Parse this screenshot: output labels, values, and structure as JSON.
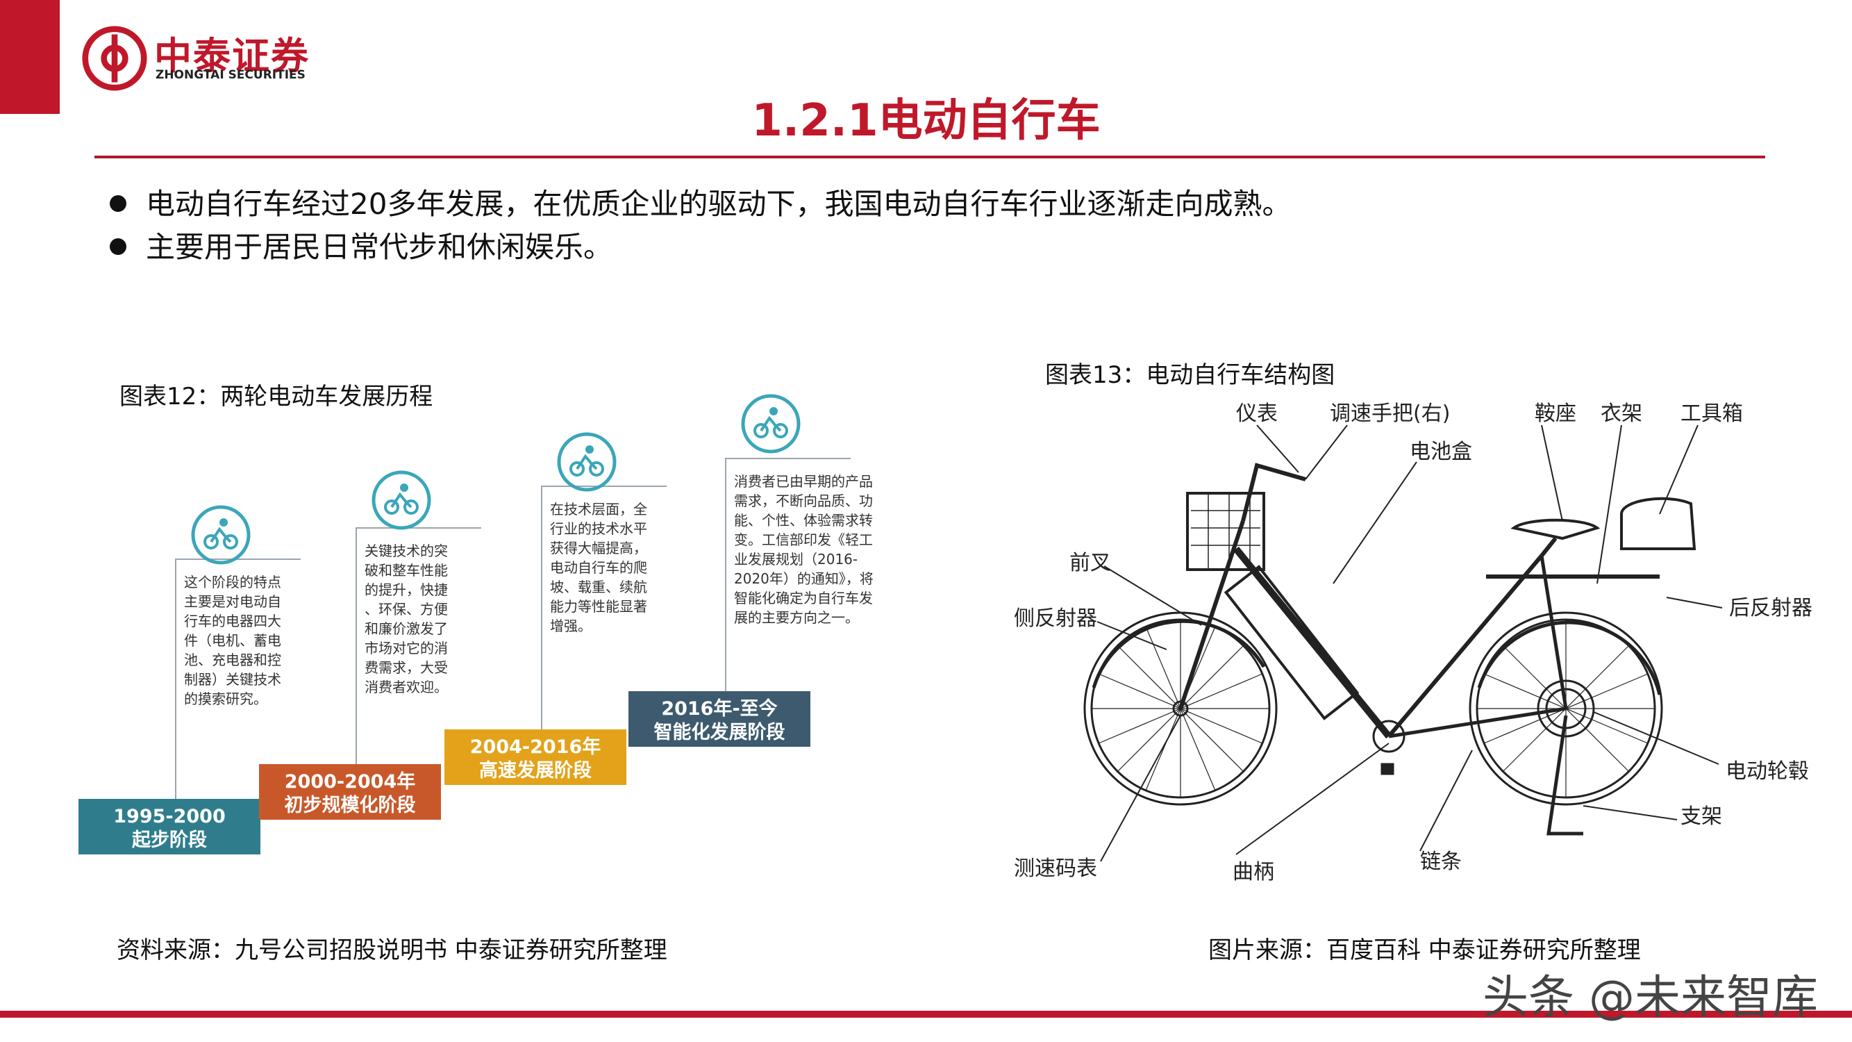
{
  "header": {
    "brand_name": "中泰证券",
    "brand_en": "ZHONGTAI SECURITIES",
    "title": "1.2.1电动自行车"
  },
  "bullets": [
    "电动自行车经过20多年发展，在优质企业的驱动下，我国电动自行车行业逐渐走向成熟。",
    "主要用于居民日常代步和休闲娱乐。"
  ],
  "figure_left": {
    "caption": "图表12：两轮电动车发展历程",
    "stages": [
      {
        "period": "1995-2000",
        "name": "起步阶段",
        "color": "#2f7d8c",
        "desc": [
          "这个阶段的特点",
          "主要是对电动自",
          "行车的电器四大",
          "件（电机、蓄电",
          "池、充电器和控",
          "制器）关键技术",
          "的摸索研究。"
        ]
      },
      {
        "period": "2000-2004年",
        "name": "初步规模化阶段",
        "color": "#c8582a",
        "desc": [
          "关键技术的突",
          "破和整车性能",
          "的提升，快捷",
          "、环保、方便",
          "和廉价激发了",
          "市场对它的消",
          "费需求，大受",
          "消费者欢迎。"
        ]
      },
      {
        "period": "2004-2016年",
        "name": "高速发展阶段",
        "color": "#e3a21a",
        "desc": [
          "在技术层面，全",
          "行业的技术水平",
          "获得大幅提高，",
          "电动自行车的爬",
          "坡、载重、续航",
          "能力等性能显著",
          "增强。"
        ]
      },
      {
        "period": "2016年-至今",
        "name": "智能化发展阶段",
        "color": "#3d5a6e",
        "desc": [
          "消费者已由早期的产品",
          "需求，不断向品质、功",
          "能、个性、体验需求转",
          "变。工信部印发《轻工",
          "业发展规划（2016-",
          "2020年）的通知》，将",
          "智能化确定为自行车发",
          "展的主要方向之一。"
        ]
      }
    ],
    "source": "资料来源：九号公司招股说明书 中泰证券研究所整理"
  },
  "figure_right": {
    "caption": "图表13：电动自行车结构图",
    "labels": [
      "仪表",
      "调速手把(右)",
      "电池盒",
      "鞍座",
      "衣架",
      "工具箱",
      "前叉",
      "侧反射器",
      "后反射器",
      "电动轮毂",
      "支架",
      "测速码表",
      "曲柄",
      "链条"
    ],
    "source": "图片来源：百度百科 中泰证券研究所整理"
  },
  "watermark": "头条 @未来智库",
  "colors": {
    "brand_red": "#c0182a",
    "icon_teal": "#3aa6b9"
  }
}
